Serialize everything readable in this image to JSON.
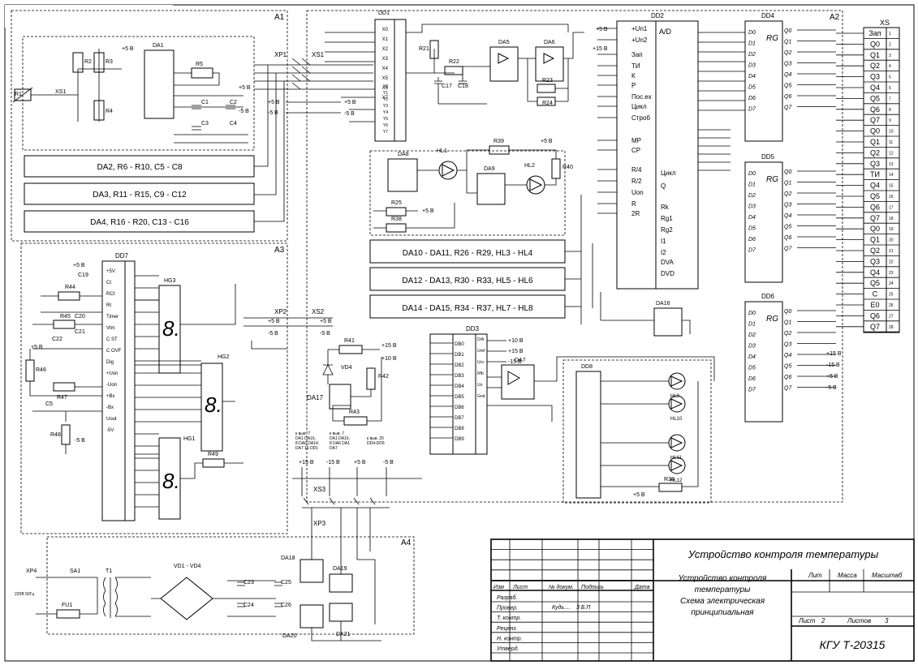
{
  "sheet": {
    "title_right": "Устройство контроля температуры",
    "desc_lines": [
      "Устройство контроля",
      "температуры",
      "Схема электрическая",
      "принципиальная"
    ],
    "doc_code": "КГУ Т-20315",
    "hdr_lit": "Лит",
    "hdr_massa": "Масса",
    "hdr_masshtab": "Масштаб",
    "sheet_label": "Лист",
    "sheet_num": "2",
    "sheets_label": "Листов",
    "sheets_num": "3",
    "cols": [
      "Изм",
      "Лист",
      "№ докум.",
      "Подпись",
      "Дата"
    ],
    "roles": [
      "Разраб.",
      "Провер.",
      "Т. контр.",
      "Реценз.",
      "Н. контр.",
      "Утверд."
    ],
    "checker": "Кудь....",
    "checker_sign": "3 Б.П"
  },
  "blocks": {
    "a1": "A1",
    "a2": "A2",
    "a3": "A3",
    "a4": "A4",
    "a1_rows": [
      "DA2, R6 - R10, C5 - C8",
      "DA3, R11 - R15, C9 - C12",
      "DA4, R16 - R20, C13 - C16"
    ],
    "a2_rows": [
      "DA10 - DA11, R26 - R29, HL3 - HL4",
      "DA12 - DA13, R30 - R33, HL5 - HL6",
      "DA14 - DA15, R34 - R37, HL7 - HL8"
    ]
  },
  "chips": {
    "dd1": "DD1",
    "dd2": "DD2",
    "dd3": "DD3",
    "dd4": "DD4",
    "dd5": "DD5",
    "dd6": "DD6",
    "dd7": "DD7",
    "dd8": "DD8",
    "da1": "DA1",
    "da5": "DA5",
    "da6": "DA6",
    "da7": "DA7",
    "da8": "DA8",
    "da9": "DA9",
    "da16": "DA16",
    "da17": "DA17",
    "da18": "DA18",
    "da19": "DA19",
    "da20": "DA20",
    "da21": "DA21",
    "rg": "RG",
    "ad": "A/D",
    "dd2_left": [
      "+Un1",
      "+Un2",
      "Зап",
      "ТИ",
      "К",
      "P",
      "Пос.ех",
      "Цикл",
      "Строб",
      "МР",
      "СР",
      "R/4",
      "R/2",
      "Uon",
      "R",
      "2R"
    ],
    "dd2_right": [
      "Цикл",
      "Q",
      "Rk",
      "Rg1",
      "Rg2",
      "I1",
      "I2",
      "DVA",
      "DVD"
    ],
    "rg_in": [
      "D0",
      "D1",
      "D2",
      "D3",
      "D4",
      "D5",
      "D6",
      "D7"
    ],
    "rg_out": [
      "Q0",
      "Q1",
      "Q2",
      "Q3",
      "Q4",
      "Q5",
      "Q6",
      "Q7"
    ],
    "dd1_in": [
      "X0",
      "X1",
      "X2",
      "X3",
      "X4",
      "X5",
      "X6",
      "X7"
    ],
    "dd1_y": [
      "Y0",
      "Y1",
      "Y2",
      "Y3",
      "Y4",
      "Y5",
      "Y6",
      "Y7"
    ],
    "dd3_in": [
      "DB0",
      "DB1",
      "DB2",
      "DB3",
      "DB4",
      "DB5",
      "DB6",
      "DB7",
      "DB8",
      "DB9"
    ],
    "dd3_top": [
      "D/A",
      "Uref",
      "Ucc",
      "Rfb",
      "Uo",
      "Gnd"
    ],
    "dd7_pins": [
      "+5V",
      "Ct",
      "RCt",
      "Rt",
      "Timer",
      "Vtm",
      "C ST",
      "C OVF",
      "Dig",
      "+Uon",
      "-Uon",
      "+Bx",
      "-Bx",
      "Uout",
      "-5V"
    ]
  },
  "hg": {
    "hg1": "HG1",
    "hg2": "HG2",
    "hg3": "HG3",
    "digit": "8."
  },
  "connector": {
    "name": "XS",
    "pins": [
      "Зап",
      "Q0",
      "Q1",
      "Q2",
      "Q3",
      "Q4",
      "Q5",
      "Q6",
      "Q7",
      "Q0",
      "Q1",
      "Q2",
      "Q3",
      "ТИ",
      "Q4",
      "Q5",
      "Q6",
      "Q7",
      "Q0",
      "Q1",
      "Q2",
      "Q3",
      "Q4",
      "Q5",
      "C",
      "E0",
      "Q6",
      "Q7"
    ],
    "nums": [
      "1",
      "2",
      "3",
      "4",
      "5",
      "6",
      "7",
      "8",
      "9",
      "10",
      "11",
      "12",
      "13",
      "14",
      "15",
      "16",
      "17",
      "18",
      "19",
      "20",
      "21",
      "22",
      "23",
      "24",
      "25",
      "26",
      "27",
      "28"
    ]
  },
  "labels": {
    "xp1": "XP1",
    "xs1": "XS1",
    "xp2": "XP2",
    "xs2": "XS2",
    "xs3": "XS3",
    "xp3": "XP3",
    "xp4": "XP4",
    "p5": "+5 В",
    "m5": "-5 В",
    "p15": "+15 В",
    "m15": "-15 В",
    "p10": "+10 В",
    "sa1": "SA1",
    "t1": "T1",
    "fu1": "FU1",
    "vd": "VD1 - VD4",
    "mains": "220В 50Гц",
    "vd4": "VD4",
    "hl1": "HL1",
    "hl2": "HL2",
    "hl9": "HL9",
    "hl10": "HL10",
    "hl11": "HL11",
    "hl12": "HL12",
    "r1": "R1",
    "r2": "R2",
    "r3": "R3",
    "r4": "R4",
    "r5": "R5",
    "r21": "R21",
    "r22": "R22",
    "r23": "R23",
    "r24": "R24",
    "r25": "R25",
    "r38": "R38",
    "r39": "R39",
    "r40": "R40",
    "r41": "R41",
    "r42": "R42",
    "r43": "R43",
    "r44": "R44",
    "r45": "R45",
    "r46": "R46",
    "r47": "R47",
    "r48": "R48",
    "r49": "R49",
    "c1": "C1",
    "c2": "C2",
    "c3": "C3",
    "c4": "C4",
    "c5": "C5",
    "c17": "C17",
    "c18": "C18",
    "c19": "C19",
    "c20": "C20",
    "c21": "C21",
    "c22": "C22",
    "c23": "C23",
    "c24": "C24",
    "c25": "C25",
    "c26": "C26",
    "xs1c": "XS1",
    "pwr_notes": [
      "к выв. 7\nDA1 DA16,\n8 DA6 DA14,\nDA7 16 DD1",
      "к выв. 7\nDA1 DA16,\n8 DA6 DA1\nDA7",
      "к выв. 20\nDD4-DD6"
    ]
  }
}
